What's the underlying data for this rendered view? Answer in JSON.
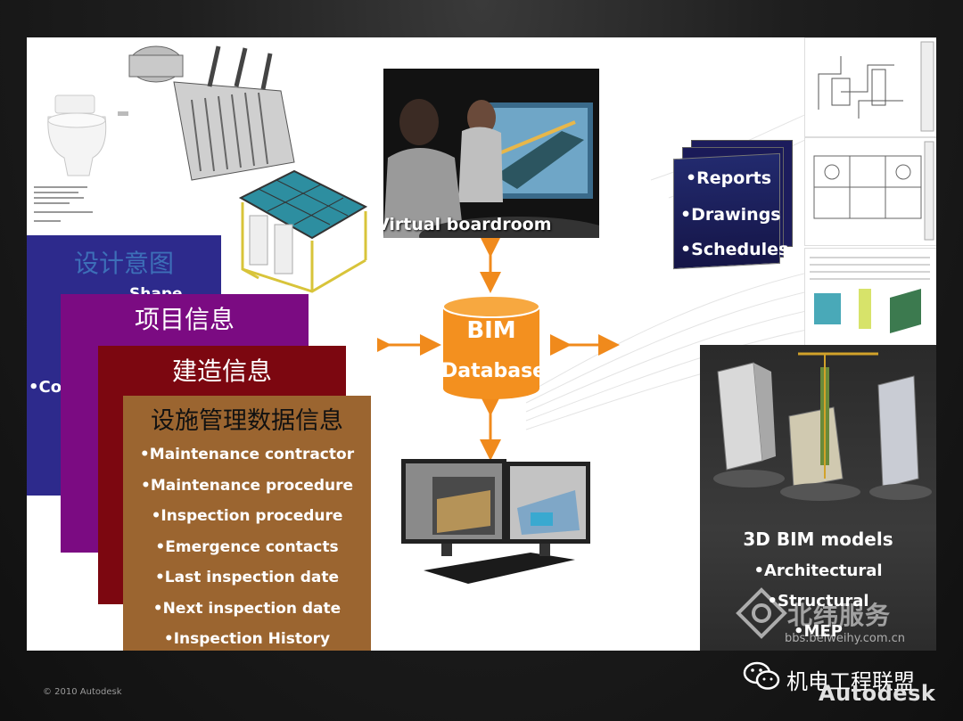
{
  "diagram": {
    "center": {
      "line1": "BIM",
      "line2": "Database"
    },
    "boardroom_label": "Virtual boardroom",
    "documents": [
      "•Reports",
      "•Drawings",
      "•Schedules"
    ],
    "cards": {
      "design_intent": {
        "title": "设计意图",
        "peek_line1": "Shape",
        "peek_line2": "•Co"
      },
      "project_info": {
        "title": "项目信息"
      },
      "construction_info": {
        "title": "建造信息"
      },
      "facility_info": {
        "title": "设施管理数据信息",
        "items": [
          "•Maintenance contractor",
          "•Maintenance procedure",
          "•Inspection procedure",
          "•Emergence contacts",
          "•Last inspection date",
          "•Next inspection date",
          "•Inspection History"
        ]
      }
    },
    "models": {
      "title": "3D BIM models",
      "items": [
        "•Architectural",
        "•Structural",
        "•MEP"
      ]
    },
    "watermark": {
      "brand": "北纬服务",
      "url": "bbs.beiweihy.com.cn"
    }
  },
  "footer": {
    "copyright": "© 2010 Autodesk",
    "wechat_account": "机电工程联盟",
    "logo": "Autodesk"
  },
  "colors": {
    "arrow": "#f08a1c",
    "database": "#f3901f",
    "design_card": "#2d2a8c",
    "project_card": "#7b0b82",
    "construction_card": "#7c0710",
    "facility_card": "#9b6530"
  }
}
